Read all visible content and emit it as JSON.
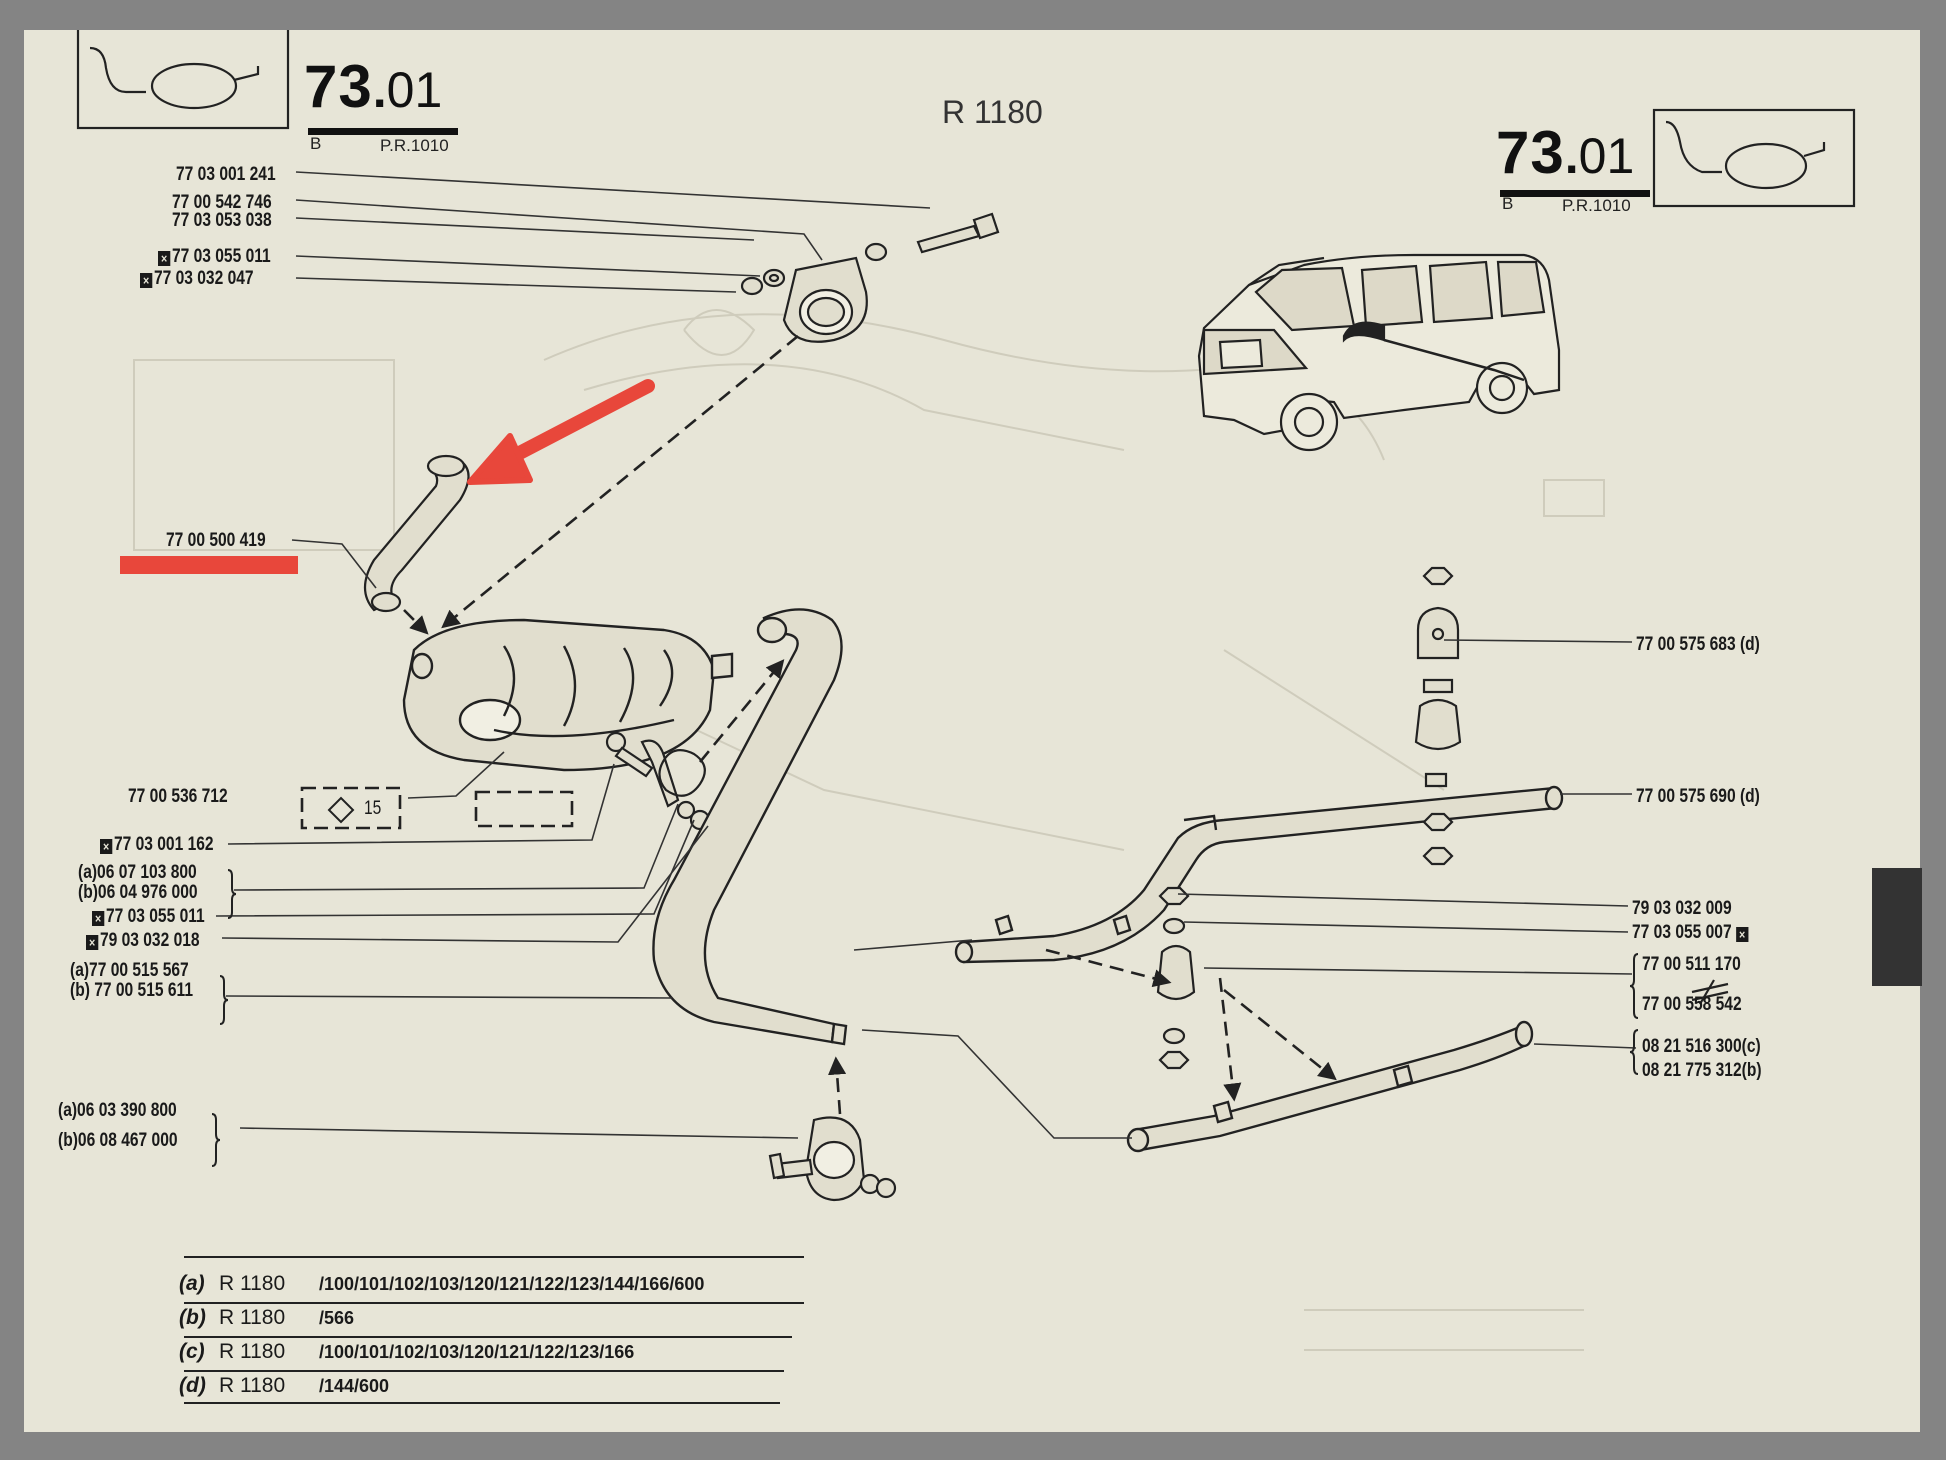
{
  "page": {
    "section_number": "73",
    "section_suffix": "01",
    "section_prefix_letter": "B",
    "revision": "P.R.1010",
    "title": "R 1180"
  },
  "parts": {
    "bolt": "77 03 001 241",
    "clamp_upper_a": "77 00 542 746",
    "clamp_upper_b": "77 03 053 038",
    "washer_upper": "77 03 055 011",
    "nut_upper": "77 03 032 047",
    "front_pipe": "77 00 500 419",
    "silencer": "77 00 536 712",
    "silencer_box": "15",
    "bolt_lower": "77 03 001 162",
    "clamp_a": "06 07 103 800",
    "clamp_b": "06 04 976 000",
    "washer_lower": "77 03 055 011",
    "nut_lower": "79 03 032 018",
    "pipe_a": "77 00 515 567",
    "pipe_b": "77 00 515 611",
    "clamp2_a": "06 03 390 800",
    "clamp2_b": "06 08 467 000",
    "bracket_d": "77 00 575 683",
    "rear_pipe_d": "77 00 575 690",
    "nut_rear": "79 03 032 009",
    "washer_rear": "77 03 055 007",
    "mount_1": "77 00 511 170",
    "mount_2": "77 00 558 542",
    "rear_pipe_c": "08 21 516 300",
    "rear_pipe_b": "08 21 775 312"
  },
  "variant_tags": {
    "a": "(a)",
    "b": "(b)",
    "c": "(c)",
    "d": "(d)"
  },
  "legend": [
    {
      "key": "(a)",
      "model": "R 1180",
      "versions": "/100/101/102/103/120/121/122/123/144/166/600"
    },
    {
      "key": "(b)",
      "model": "R 1180",
      "versions": "/566"
    },
    {
      "key": "(c)",
      "model": "R 1180",
      "versions": "/100/101/102/103/120/121/122/123/166"
    },
    {
      "key": "(d)",
      "model": "R 1180",
      "versions": "/144/600"
    }
  ],
  "annotation_color": "#e8473b"
}
